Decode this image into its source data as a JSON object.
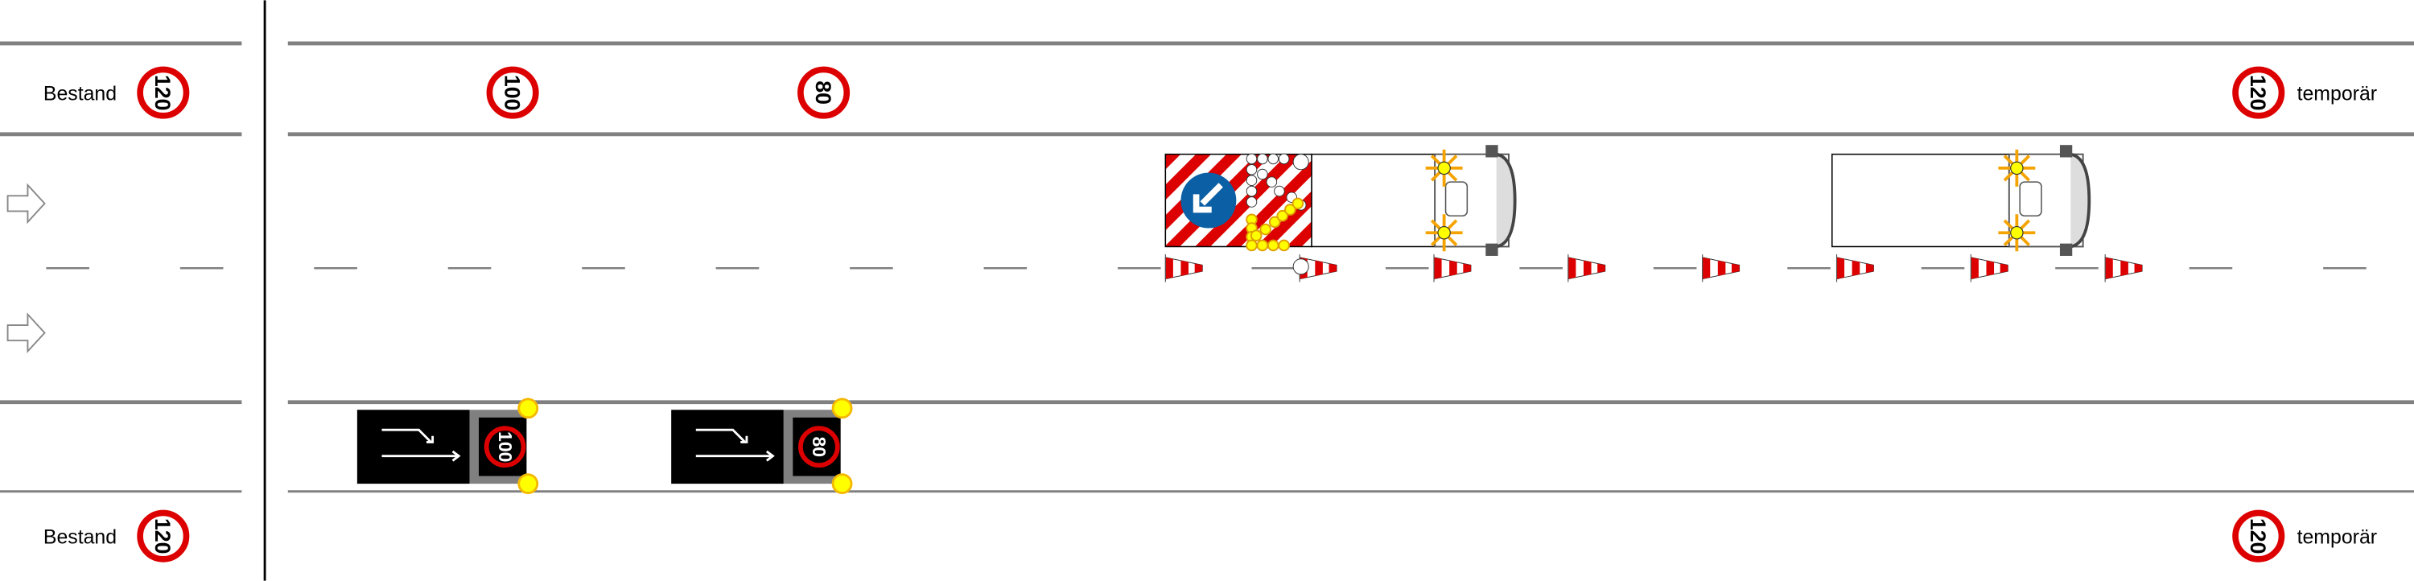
{
  "left_panel": {
    "top_label": "Bestand",
    "top_limit": "120",
    "bottom_label": "Bestand",
    "bottom_limit": "120"
  },
  "right_panel": {
    "top_signs": [
      "100",
      "80"
    ],
    "top_end_limit": "120",
    "top_end_label": "temporär",
    "bottom_end_limit": "120",
    "bottom_end_label": "temporär"
  },
  "shoulder_boards": [
    {
      "limit": "100",
      "icon": "lane-shift-arrow-icon"
    },
    {
      "limit": "80",
      "icon": "lane-shift-arrow-icon"
    }
  ],
  "vehicles": [
    {
      "type": "safety-trailer-truck",
      "sign": "keep-left-arrow-icon"
    },
    {
      "type": "truck"
    }
  ],
  "colors": {
    "sign_red": "#dd0000",
    "line_gray": "#808080",
    "lamp_yellow": "#ffff00",
    "lamp_orange": "#f5a300",
    "sign_blue": "#0b5fa5"
  }
}
